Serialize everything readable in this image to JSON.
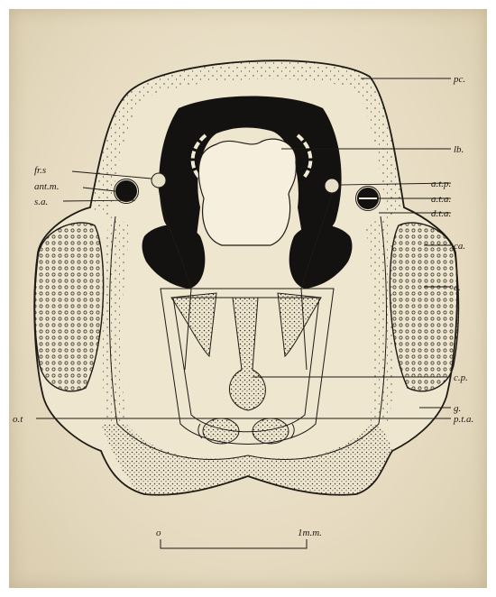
{
  "figure": {
    "labels": {
      "pc": "pc.",
      "lb": "lb.",
      "fr_s": "fr.s",
      "ant_m": "ant.m.",
      "s_a": "s.a.",
      "a_t_p": "a.t.p.",
      "a_t_a": "a.t.a.",
      "d_t_a": "d.t.a.",
      "ca": "ca.",
      "e": "e.",
      "c_p": "c.p.",
      "g": "g.",
      "o_t": "o.t",
      "p_t_a": "p.t.a."
    },
    "scale_bar": {
      "start_label": "o",
      "end_label": "1m.m."
    },
    "colors": {
      "paper": "#e7dcc2",
      "ink": "#1e1a14"
    }
  }
}
